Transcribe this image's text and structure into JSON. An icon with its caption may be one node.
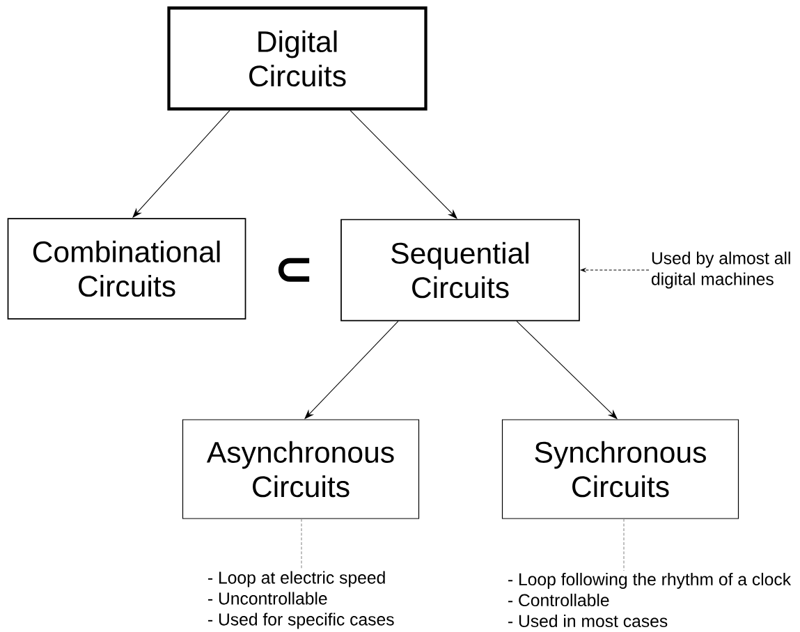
{
  "diagram": {
    "nodes": [
      {
        "text": [
          "Digital Circuits"
        ]
      },
      {
        "text": [
          "Combinational Circuits"
        ]
      },
      {
        "text": [
          "Sequential Circuits"
        ]
      },
      {
        "text": [
          "Asynchronous Circuits"
        ]
      },
      {
        "text": [
          "Synchronous Circuits"
        ]
      },
      {
        "text": [
          "Used by almost all digital machines"
        ]
      },
      {
        "text": [
          "- Loop at electric speed",
          "- Uncontrollable",
          "- Used for specific cases"
        ]
      },
      {
        "text": [
          "- Loop following the rhythm of a clock",
          "- Controllable",
          "- Used in most cases"
        ]
      }
    ],
    "edges": [
      {
        "from": 0,
        "to": 1,
        "arrow": "to"
      },
      {
        "from": 0,
        "to": 2,
        "arrow": "to"
      },
      {
        "from": 2,
        "to": 3,
        "arrow": "to"
      },
      {
        "from": 2,
        "to": 4,
        "arrow": "to"
      },
      {
        "from": 5,
        "to": 2,
        "arrow": "to",
        "style": "dashed"
      },
      {
        "from": 3,
        "to": 6,
        "arrow": "none",
        "style": "dashed",
        "color": "#888888"
      },
      {
        "from": 4,
        "to": 7,
        "arrow": "none",
        "style": "dashed",
        "color": "#888888"
      }
    ],
    "labels": [
      "⊂"
    ]
  }
}
